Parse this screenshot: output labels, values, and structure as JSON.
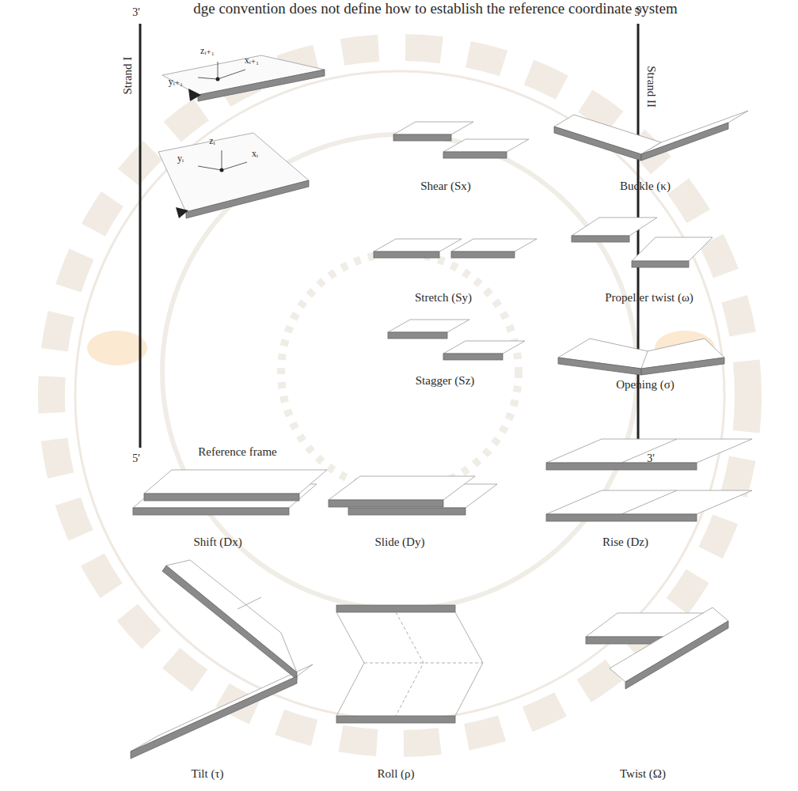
{
  "diagram": {
    "labels": [
      "dge convention does not define how to establish the reference coordinate system",
      "3'",
      "Strand I",
      "5'",
      "5'",
      "Strand II",
      "3'",
      "yᵢ₊₁",
      "zᵢ₊₁",
      "xᵢ₊₁",
      "yᵢ",
      "zᵢ",
      "xᵢ",
      "Reference frame",
      "Shear (Sx)",
      "Buckle (κ)",
      "Stretch (Sy)",
      "Propeller twist (ω)",
      "Stagger (Sz)",
      "Opening (σ)",
      "Shift (Dx)",
      "Slide (Dy)",
      "Rise (Dz)",
      "Tilt (τ)",
      "Roll (ρ)",
      "Twist (Ω)"
    ]
  }
}
